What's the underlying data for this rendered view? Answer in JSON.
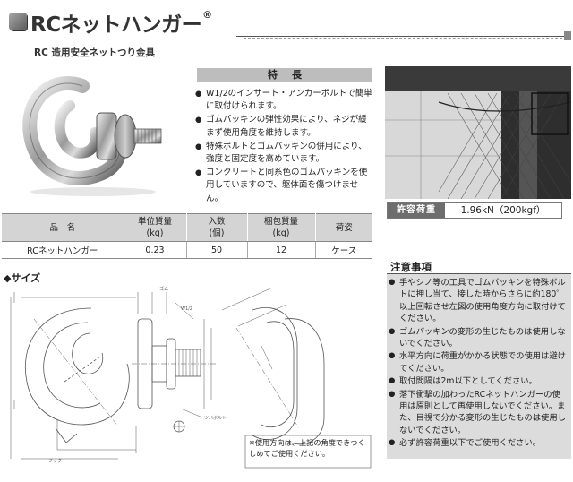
{
  "header": {
    "title": "RCネットハンガー",
    "registered_mark": "®",
    "subtitle": "RC 造用安全ネットつり金具"
  },
  "features": {
    "heading": "特長",
    "items": [
      "W1/2のインサート・アンカーボルトで簡単に取付けられます。",
      "ゴムパッキンの弾性効果により、ネジが緩まず使用角度を維持します。",
      "特殊ボルトとゴムパッキンの併用により、強度と固定度を高めています。",
      "コンクリートと同系色のゴムパッキンを使用していますので、躯体面を傷つけません。"
    ]
  },
  "spec_table": {
    "headers": [
      "品　名",
      "単位質量\n(kg)",
      "入数\n(個)",
      "梱包質量\n(kg)",
      "荷姿"
    ],
    "row": [
      "RCネットハンガー",
      "0.23",
      "50",
      "12",
      "ケース"
    ]
  },
  "size": {
    "title": "◆サイズ",
    "labels": {
      "rubber": "ゴム",
      "thread": "W1/2",
      "bolt": "ツバボルト",
      "hook": "フック"
    },
    "note": "※使用方向は、上記の角度できつくしめてご使用ください。"
  },
  "load": {
    "label": "許容荷重",
    "value": "1.96kN（200kgf）"
  },
  "caution": {
    "title": "注意事項",
    "items": [
      "手やシノ等の工具でゴムパッキンを特殊ボルトに押し当て、接した時からさらに約180゜以上回転させ左図の使用角度方向に取付けてください。",
      "ゴムパッキンの変形の生じたものは使用しないでください。",
      "水平方向に荷重がかかる状態での使用は避けてください。",
      "取付間隔は2m以下としてください。",
      "落下衝撃の加わったRCネットハンガーの使用は原則として再使用しないでください。また、目視で分かる変形の生じたものは使用しないでください。",
      "必ず許容荷重以下でご使用ください。"
    ]
  }
}
